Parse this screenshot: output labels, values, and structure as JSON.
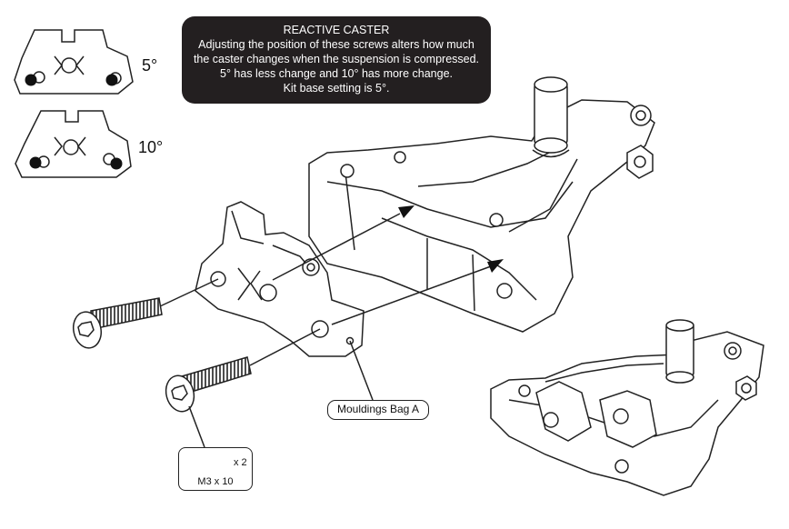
{
  "note": {
    "title": "REACTIVE CASTER",
    "lines": [
      "Adjusting the position of these screws alters how much",
      "the caster changes when the suspension is compressed.",
      "5° has less change and 10° has more change.",
      "Kit base setting is 5°."
    ]
  },
  "caster_options": [
    {
      "label": "5°"
    },
    {
      "label": "10°"
    }
  ],
  "callout": {
    "label": "Mouldings Bag A"
  },
  "hardware": {
    "quantity": "x 2",
    "spec": "M3 x 10"
  },
  "colors": {
    "note_background": "#231f20",
    "line": "#222222",
    "screw_hole_fill": "#111111"
  }
}
